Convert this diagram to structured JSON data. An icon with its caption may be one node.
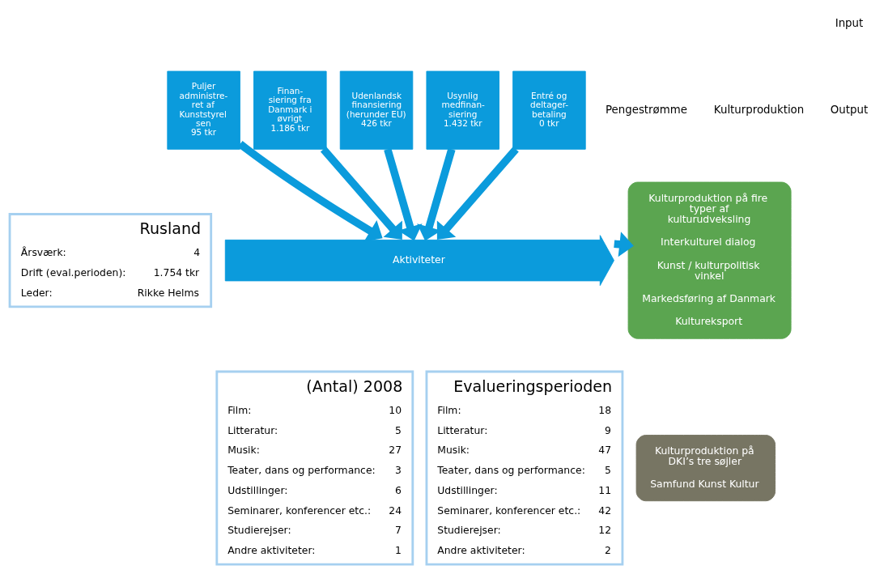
{
  "diagram": {
    "nodes": [
      {
        "text": [
          "Rusland",
          "Årsværk:",
          "4",
          "Drift (eval.perioden):",
          "1.754 tkr",
          "Leder:",
          "Rikke Helms"
        ]
      },
      {
        "text": [
          "Puljer administre- ret af Kunststyrel sen",
          "95 tkr"
        ]
      },
      {
        "text": [
          "Finan- siering fra Danmark i øvrigt",
          "1.186 tkr"
        ]
      },
      {
        "text": [
          "Udenlandsk finansiering (herunder EU)",
          "426 tkr"
        ]
      },
      {
        "text": [
          "Usynlig medfinan- siering",
          "1.432 tkr"
        ]
      },
      {
        "text": [
          "Entré og deltager- betaling",
          "0 tkr"
        ]
      },
      {
        "text": [
          "Aktiviteter"
        ]
      },
      {
        "text": [
          "(Antal) 2008",
          "Film:",
          "10",
          "Litteratur:",
          "5",
          "Musik:",
          "27",
          "Teater, dans og performance:",
          "3",
          "Udstillinger:",
          "6",
          "Seminarer, konferencer etc.:",
          "24",
          "Studierejser:",
          "7",
          "Andre aktiviteter:",
          "1"
        ]
      },
      {
        "text": [
          "Evalueringsperioden",
          "Film:",
          "18",
          "Litteratur:",
          "9",
          "Musik:",
          "47",
          "Teater, dans og performance:",
          "5",
          "Udstillinger:",
          "11",
          "Seminarer, konferencer etc.:",
          "42",
          "Studierejser:",
          "12",
          "Andre aktiviteter:",
          "2"
        ]
      },
      {
        "text": [
          "Kulturproduktion på fire typer af kulturudveksling",
          "Interkulturel dialog",
          "Kunst / kulturpolitisk vinkel",
          "Markedsføring af Danmark",
          "Kultureksport"
        ]
      },
      {
        "text": [
          "Kulturproduktion på DKI’s tre søjler",
          "Samfund Kunst Kultur"
        ]
      }
    ],
    "edges": [
      {
        "from": 1,
        "to": 6,
        "arrow": "to"
      },
      {
        "from": 2,
        "to": 6,
        "arrow": "to"
      },
      {
        "from": 3,
        "to": 6,
        "arrow": "to"
      },
      {
        "from": 4,
        "to": 6,
        "arrow": "to"
      },
      {
        "from": 5,
        "to": 6,
        "arrow": "to"
      },
      {
        "from": 6,
        "to": 9,
        "arrow": "to"
      }
    ],
    "labels": [
      "Pengestrømme",
      "Kulturproduktion",
      "Input",
      "Output"
    ]
  }
}
